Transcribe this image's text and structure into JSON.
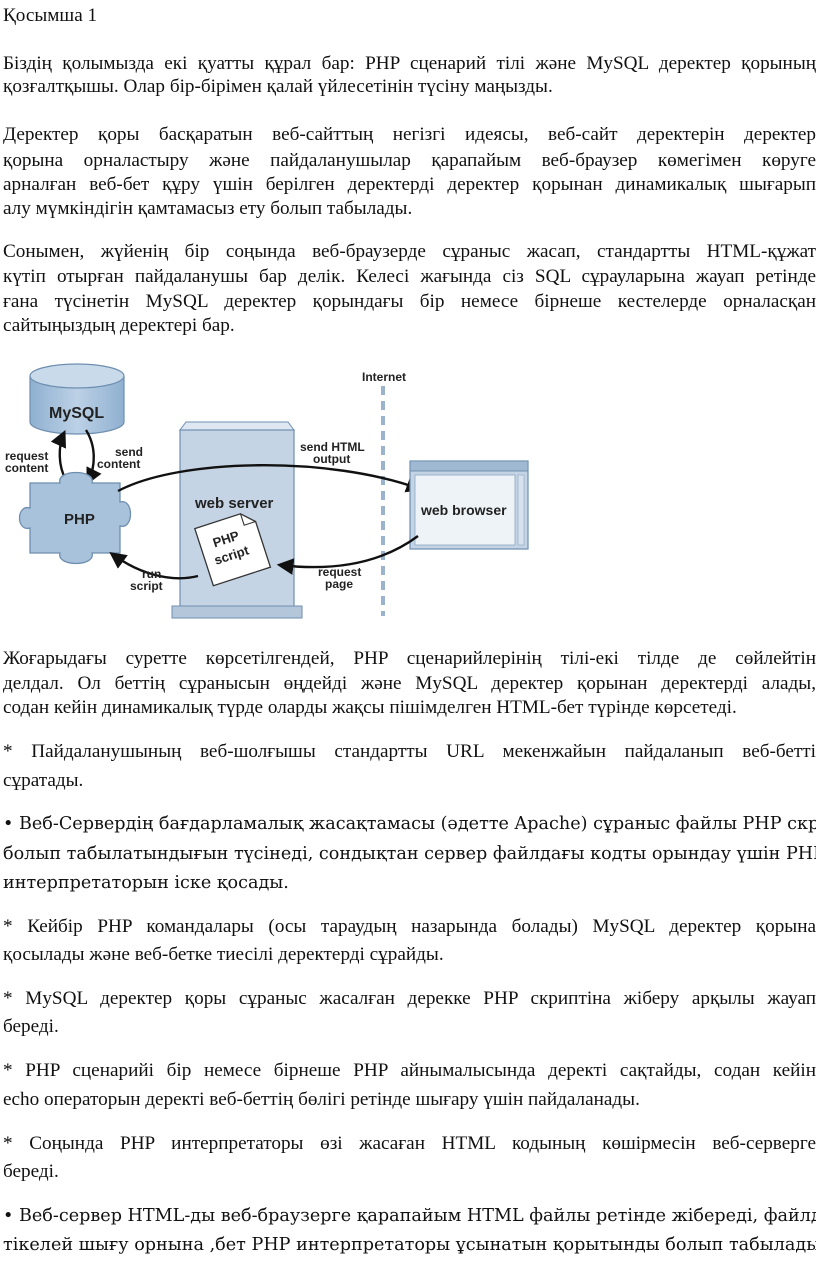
{
  "doc": {
    "heading": "Қосымша 1",
    "p1": [
      "Біздің қолымызда екі қуатты құрал бар: PHP сценарий тілі және MySQL деректер қорының",
      "қозғалтқышы. Олар бір-бірімен қалай үйлесетінін түсіну маңызды."
    ],
    "p2": [
      "Деректер қоры басқаратын веб-сайттың негізгі идеясы, веб-сайт деректерін деректер",
      "қорына орналастыру және пайдаланушылар қарапайым веб-браузер көмегімен көруге",
      "арналған  веб-бет құру үшін берілген деректерді деректер қорынан динамикалық шығарып",
      "алу  мүмкіндігін қамтамасыз ету болып табылады."
    ],
    "p3": [
      "Сонымен, жүйенің бір соңында веб-браузерде сұраныс жасап, стандартты  HTML-құжат",
      "күтіп отырған пайдаланушы бар делік. Келесі жағында сіз SQL сұрауларына жауап ретінде",
      "ғана түсінетін MySQL деректер қорындағы бір немесе бірнеше кестелерде орналасқан",
      "сайтыңыздың деректері бар."
    ],
    "p4": [
      "Жоғарыдағы суретте  көрсетілгендей, PHP сценарийлерінің тілі-екі тілде де сөйлейтін",
      "делдал. Ол беттің сұранысын өңдейді және MySQL деректер қорынан деректерді алады,",
      "содан кейін динамикалық түрде оларды жақсы пішімделген HTML-бет түрінде көрсетеді."
    ],
    "b1": [
      "* Пайдаланушының веб-шолғышы стандартты URL мекенжайын пайдаланып веб-бетті",
      "сұратады."
    ],
    "b2": [
      "• Веб-Сервердің бағдарламалық жасақтамасы (әдетте Apache) сұраныс файлы PHP скрипті",
      "болып табылатындығын түсінеді, сондықтан сервер файлдағы кодты орындау үшін PHP",
      "интерпретаторын іске қосады."
    ],
    "b3": [
      "* Кейбір PHP командалары (осы тараудың назарында болады) MySQL деректер қорына",
      "қосылады және веб-бетке тиесілі деректерді сұрайды."
    ],
    "b4": [
      "* MySQL деректер қоры сұраныс жасалған дерекке PHP скриптіна жіберу арқылы жауап",
      "береді."
    ],
    "b5": [
      "* PHP сценарийі бір немесе бірнеше PHP айнымалысында деректі сақтайды, содан кейін",
      "echo операторын деректі веб-беттің бөлігі ретінде шығару үшін пайдаланады."
    ],
    "b6": [
      "* Соңында PHP интерпретаторы өзі жасаған HTML кодының көшірмесін веб-серверге",
      "береді."
    ],
    "b7": [
      "• Веб-сервер HTML-ды веб-браузерге қарапайым HTML файлы ретінде жібереді, файлдан",
      "тікелей шығу орнына ,бет PHP интерпретаторы ұсынатын қорытынды болып табылады."
    ]
  },
  "diagram": {
    "internet": "Internet",
    "mysql": "MySQL",
    "request_content": [
      "request",
      "content"
    ],
    "send_content": [
      "send",
      "content"
    ],
    "php": "PHP",
    "web_server": "web server",
    "php_script": [
      "PHP",
      "script"
    ],
    "send_html_output": [
      "send HTML",
      "output"
    ],
    "web_browser": "web browser",
    "run_script": [
      "run",
      "script"
    ],
    "request_page": [
      "request",
      "page"
    ]
  },
  "colors": {
    "shape_fill": "#a9c2dc",
    "shape_stroke": "#6f8fb0",
    "tower_fill": "#c4d4e5",
    "dashed_line": "#9bb3cc"
  }
}
